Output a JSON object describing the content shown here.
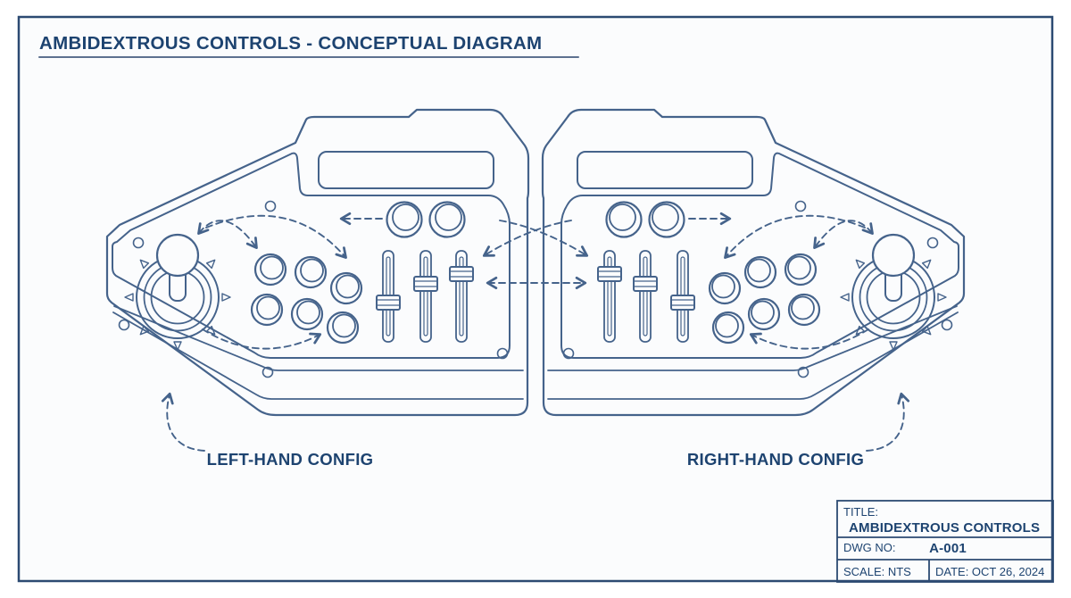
{
  "frame": {
    "title": "AMBIDEXTROUS CONTROLS - CONCEPTUAL DIAGRAM"
  },
  "diagram": {
    "left_label": "LEFT-HAND CONFIG",
    "right_label": "RIGHT-HAND CONFIG"
  },
  "title_block": {
    "title_label": "TITLE:",
    "title_value": "AMBIDEXTROUS CONTROLS",
    "dwg_label": "DWG NO:",
    "dwg_value": "A-001",
    "scale_text": "SCALE: NTS",
    "date_text": "DATE: OCT 26, 2024"
  },
  "colors": {
    "line": "#45638b",
    "text": "#1d4370",
    "background": "#fbfcfd",
    "border": "#2c4a72",
    "underline": "#5d7190"
  }
}
